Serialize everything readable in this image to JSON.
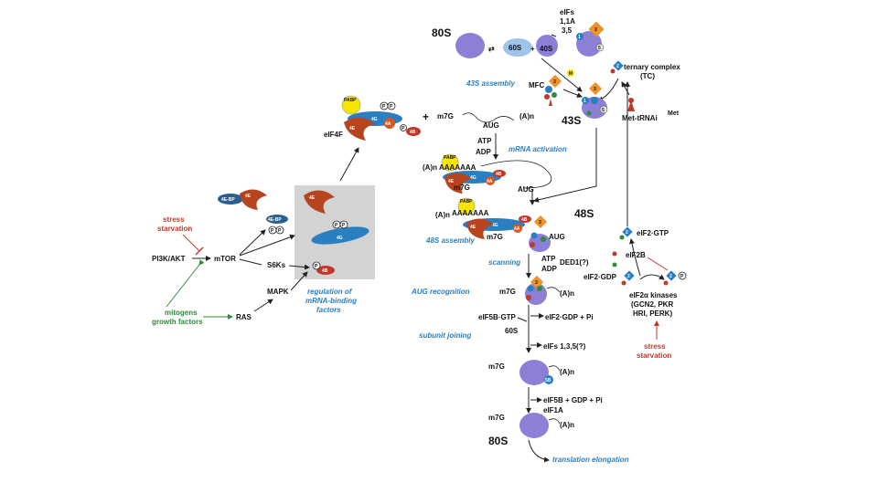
{
  "colors": {
    "ribosome": "#8c7fd6",
    "ribosome_dark": "#6a5fc0",
    "eif4g": "#2a7fc1",
    "eif4e": "#b5441f",
    "eif4a": "#d9561f",
    "eif3": "#f0922b",
    "pabp": "#f5e600",
    "stress": "#c0392b",
    "mitogen": "#2e8b3a",
    "label_blue": "#2a7fc1",
    "box": "#d3d3d3"
  },
  "left": {
    "stress": "stress",
    "starvation": "starvation",
    "pi3k": "PI3K/AKT",
    "mtor": "mTOR",
    "s6ks": "S6Ks",
    "mapk": "MAPK",
    "ras": "RAS",
    "mitogens": "mitogens",
    "growth_factors": "growth factors",
    "regulation_1": "regulation of",
    "regulation_2": "mRNA-binding",
    "regulation_3": "factors",
    "e4ebp": "4E-BP",
    "e4e": "4E",
    "e4g": "4G",
    "e4a": "4A",
    "e4b": "4B",
    "pabp": "PABP",
    "eif4f": "eIF4F",
    "p": "P",
    "plus": "+"
  },
  "top": {
    "s80": "80S",
    "s60": "60S",
    "s40": "40S",
    "plus": "+",
    "eifs_1": "eIFs",
    "eifs_2": "1,1A",
    "eifs_3": "3,5",
    "ternary_1": "ternary complex",
    "ternary_2": "(TC)",
    "assembly43": "43S assembly",
    "mfc": "MFC",
    "s43": "43S",
    "met_trna": "Met-tRNAi",
    "met_sup": "Met",
    "n3": "3",
    "n1": "1",
    "n1a": "1A",
    "n5": "5",
    "n2": "2",
    "m": "M"
  },
  "mid": {
    "m7g": "m7G",
    "aug": "AUG",
    "an": "(A)n",
    "atp": "ATP",
    "adp": "ADP",
    "activation": "mRNA activation",
    "polyA": "AAAAAAA",
    "s48": "48S",
    "assembly48": "48S assembly",
    "scanning": "scanning",
    "ded1": "DED1(?)",
    "aug_recognition": "AUG recognition",
    "eif5b_gtp": "eIF5B·GTP",
    "eif2_gdp_pi": "eIF2·GDP + Pi",
    "s60": "60S",
    "subunit_joining": "subunit joining",
    "eifs_135": "eIFs 1,3,5(?)",
    "eif5b_gdp_pi": "eIF5B + GDP + Pi",
    "eif1a": "eIF1A",
    "s80": "80S",
    "elongation": "translation elongation",
    "n5b": "5B"
  },
  "right": {
    "eif2_gtp": "eIF2·GTP",
    "eif2b": "eIF2B",
    "eif2_gdp": "eIF2·GDP",
    "kinases_1": "eIF2α kinases",
    "kinases_2": "(GCN2, PKR",
    "kinases_3": "HRI, PERK)",
    "stress": "stress",
    "starvation": "starvation"
  }
}
